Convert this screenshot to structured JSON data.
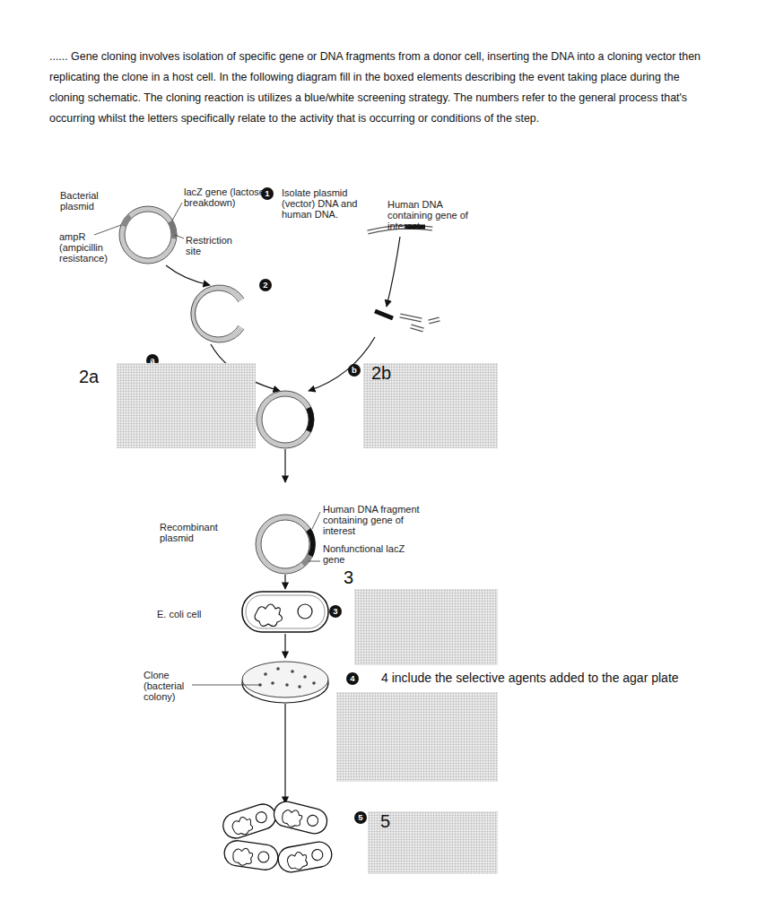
{
  "diagram": {
    "nodes": [
      {
        "text": [
          "2a"
        ]
      },
      {
        "text": [
          "2b"
        ]
      },
      {
        "text": [
          "3"
        ]
      },
      {
        "text": [
          "4 include the selective agents added to the agar plate"
        ]
      },
      {
        "text": [
          "5"
        ]
      }
    ],
    "labels": [
      "...... Gene cloning involves isolation of specific gene or DNA fragments from a donor cell, inserting the DNA into a cloning vector then replicating the clone in a host cell. In the following diagram fill in the boxed elements describing the event taking place during the cloning schematic. The cloning reaction is utilizes a blue/white screening strategy. The numbers refer to the general process that's occurring whilst the letters specifically relate to the activity that is occurring or conditions of the step.",
      "Bacterial plasmid",
      "lacZ gene (lactose breakdown)",
      "ampR (ampicillin resistance)",
      "Restriction site",
      "1",
      "Isolate plasmid (vector) DNA and human DNA.",
      "Human DNA containing gene of interest",
      "2",
      "a",
      "b",
      "Recombinant plasmid",
      "Human DNA fragment containing gene of interest",
      "Nonfunctional lacZ gene",
      "E. coli cell",
      "3",
      "Clone (bacterial colony)",
      "4",
      "5"
    ]
  }
}
